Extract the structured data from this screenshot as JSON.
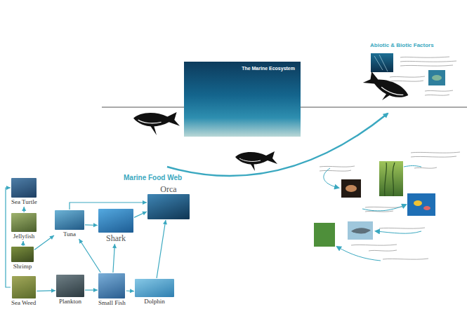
{
  "diagram": {
    "nodes": [
      {
        "text": [
          "The Marine Ecosystem"
        ]
      },
      {
        "text": [
          "Sea Turtle"
        ]
      },
      {
        "text": [
          "Jellyfish"
        ]
      },
      {
        "text": [
          "Shrimp"
        ]
      },
      {
        "text": [
          "Sea Weed"
        ]
      },
      {
        "text": [
          "Tuna"
        ]
      },
      {
        "text": [
          "Shark"
        ]
      },
      {
        "text": [
          "Orca"
        ]
      },
      {
        "text": [
          "Plankton"
        ]
      },
      {
        "text": [
          "Small Fish"
        ]
      },
      {
        "text": [
          "Dolphin"
        ]
      }
    ],
    "edges": [
      {
        "from": 4,
        "to": 1,
        "arrow": "to"
      },
      {
        "from": 2,
        "to": 1,
        "arrow": "to"
      },
      {
        "from": 3,
        "to": 2,
        "arrow": "to"
      },
      {
        "from": 4,
        "to": 8,
        "arrow": "to"
      },
      {
        "from": 8,
        "to": 9,
        "arrow": "to"
      },
      {
        "from": 9,
        "to": 10,
        "arrow": "to"
      },
      {
        "from": 9,
        "to": 5,
        "arrow": "to"
      },
      {
        "from": 9,
        "to": 6,
        "arrow": "to"
      },
      {
        "from": 3,
        "to": 5,
        "arrow": "to"
      },
      {
        "from": 5,
        "to": 6,
        "arrow": "to"
      },
      {
        "from": 5,
        "to": 7,
        "arrow": "to"
      },
      {
        "from": 6,
        "to": 7,
        "arrow": "to"
      },
      {
        "from": 10,
        "to": 7,
        "arrow": "to"
      }
    ],
    "labels": [
      "Marine Food Web",
      "Abiotic & Biotic Factors"
    ]
  }
}
